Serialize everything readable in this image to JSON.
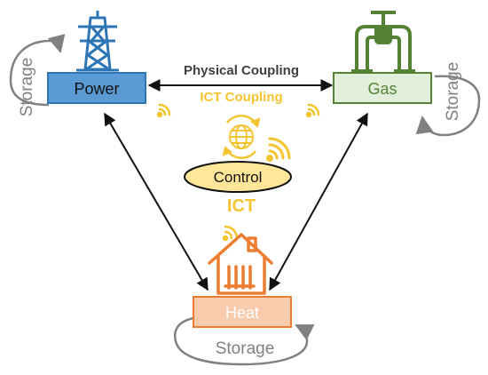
{
  "nodes": {
    "power": {
      "label": "Power"
    },
    "gas": {
      "label": "Gas"
    },
    "heat": {
      "label": "Heat"
    },
    "control": {
      "label": "Control"
    }
  },
  "storage": {
    "power": "Storage",
    "gas": "Storage",
    "heat": "Storage"
  },
  "edges": {
    "physical_coupling": "Physical Coupling",
    "ict_coupling": "ICT Coupling",
    "ict": "ICT"
  },
  "icons": [
    "power-tower-icon",
    "gas-pipe-icon",
    "house-radiator-icon",
    "globe-sync-icon",
    "wireless-signal-icon"
  ],
  "colors": {
    "power_fill": "#5b9bd5",
    "power_stroke": "#2e75b6",
    "gas_fill": "#e2efda",
    "gas_stroke": "#548235",
    "heat_fill": "#f8cbad",
    "heat_stroke": "#ed7d31",
    "control_fill": "#ffe699",
    "ict": "#f4c430",
    "storage": "#808080"
  }
}
